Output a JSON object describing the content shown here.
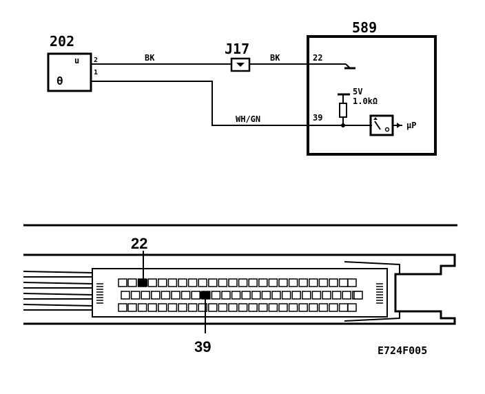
{
  "schematic": {
    "sensor": {
      "id": "202",
      "pin_top": "2",
      "pin_bottom": "1",
      "symbol": "θ",
      "corner_mark": "u"
    },
    "connector": {
      "id": "J17"
    },
    "ecu": {
      "id": "589",
      "pin_ground": "22",
      "pin_signal": "39",
      "supply_voltage": "5V",
      "pullup_resistor": "1.0kΩ",
      "processor": "μP"
    },
    "wires": {
      "ground_wire_left": "BK",
      "ground_wire_right": "BK",
      "signal_wire": "WH/GN"
    }
  },
  "connector_view": {
    "callout_top": "22",
    "callout_bottom": "39"
  },
  "figure_code": "E724F005",
  "colors": {
    "ink": "#000000",
    "paper": "#ffffff"
  }
}
